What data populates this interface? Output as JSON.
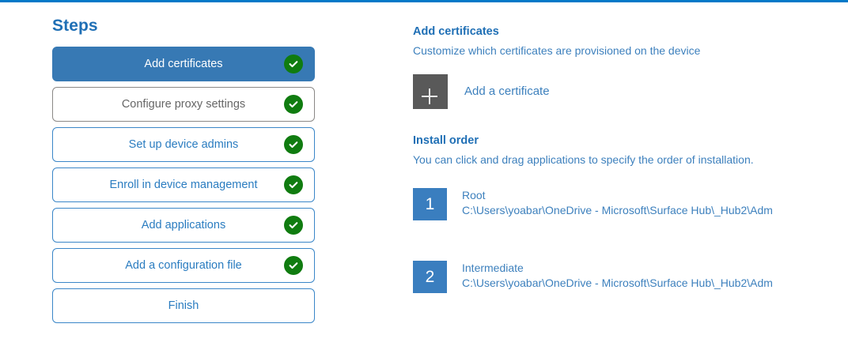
{
  "theme": {
    "accent_bar": "#0079c8",
    "primary_blue": "#3779b4",
    "link_blue": "#3d80bd",
    "heading_blue": "#1f6fb5",
    "success_green": "#107c10",
    "tile_gray": "#595959",
    "muted_gray": "#666666",
    "badge_blue": "#3a7ebf"
  },
  "steps_pane": {
    "title": "Steps",
    "items": [
      {
        "label": "Add certificates",
        "state": "current",
        "complete": true,
        "icon": "check-circle-icon"
      },
      {
        "label": "Configure proxy settings",
        "state": "muted",
        "complete": true,
        "icon": "check-circle-icon"
      },
      {
        "label": "Set up device admins",
        "state": "normal",
        "complete": true,
        "icon": "check-circle-icon"
      },
      {
        "label": "Enroll in device management",
        "state": "normal",
        "complete": true,
        "icon": "check-circle-icon"
      },
      {
        "label": "Add applications",
        "state": "normal",
        "complete": true,
        "icon": "check-circle-icon"
      },
      {
        "label": "Add a configuration file",
        "state": "normal",
        "complete": true,
        "icon": "check-circle-icon"
      },
      {
        "label": "Finish",
        "state": "normal",
        "complete": false,
        "icon": ""
      }
    ]
  },
  "detail_pane": {
    "certificates": {
      "title": "Add certificates",
      "description": "Customize which certificates are provisioned on the device",
      "add_button": {
        "icon": "plus-icon",
        "label": "Add a certificate"
      }
    },
    "install_order": {
      "title": "Install order",
      "description": "You can click and drag applications to specify the order of installation.",
      "items": [
        {
          "number": "1",
          "name": "Root",
          "path": "C:\\Users\\yoabar\\OneDrive - Microsoft\\Surface Hub\\_Hub2\\Adm"
        },
        {
          "number": "2",
          "name": "Intermediate",
          "path": "C:\\Users\\yoabar\\OneDrive - Microsoft\\Surface Hub\\_Hub2\\Adm"
        }
      ]
    }
  }
}
